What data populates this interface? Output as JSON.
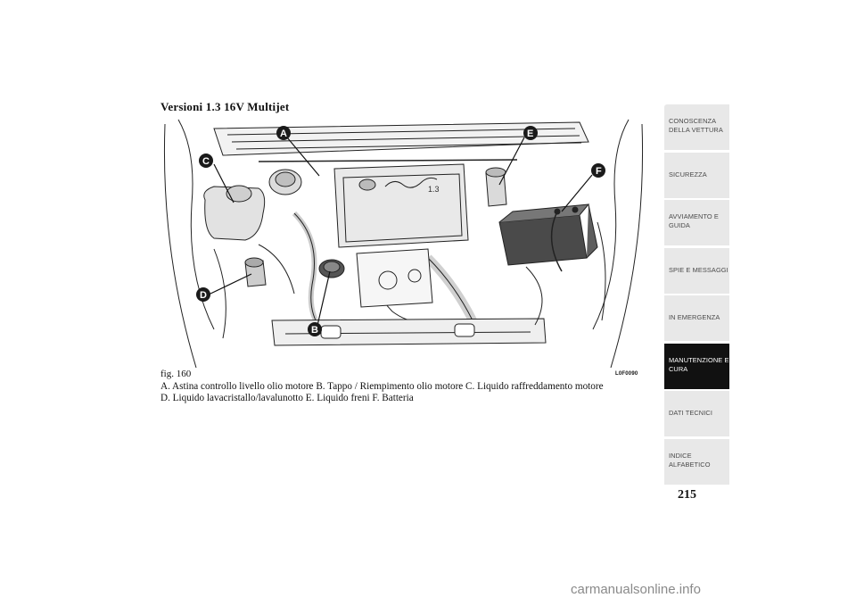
{
  "heading": "Versioni 1.3 16V Multijet",
  "figure": {
    "label": "fig. 160",
    "code": "L0F0090",
    "engine_badge": "1.3",
    "callouts": [
      "A",
      "B",
      "C",
      "D",
      "E",
      "F"
    ]
  },
  "caption": {
    "line1": "A. Astina controllo livello olio motore B. Tappo / Riempimento olio motore C. Liquido raffreddamento motore",
    "line2": "D. Liquido lavacristallo/lavalunotto E. Liquido freni F. Batteria"
  },
  "nav": {
    "tabs": [
      {
        "line1": "CONOSCENZA",
        "line2": "DELLA VETTURA"
      },
      {
        "line1": "SICUREZZA",
        "line2": ""
      },
      {
        "line1": "AVVIAMENTO E",
        "line2": "GUIDA"
      },
      {
        "line1": "SPIE E MESSAGGI",
        "line2": ""
      },
      {
        "line1": "IN EMERGENZA",
        "line2": ""
      },
      {
        "line1": "MANUTENZIONE E",
        "line2": "CURA"
      },
      {
        "line1": "DATI TECNICI",
        "line2": ""
      },
      {
        "line1": "INDICE",
        "line2": "ALFABETICO"
      }
    ],
    "active_index": 5
  },
  "page_number": "215",
  "watermark": "carmanualsonline.info"
}
